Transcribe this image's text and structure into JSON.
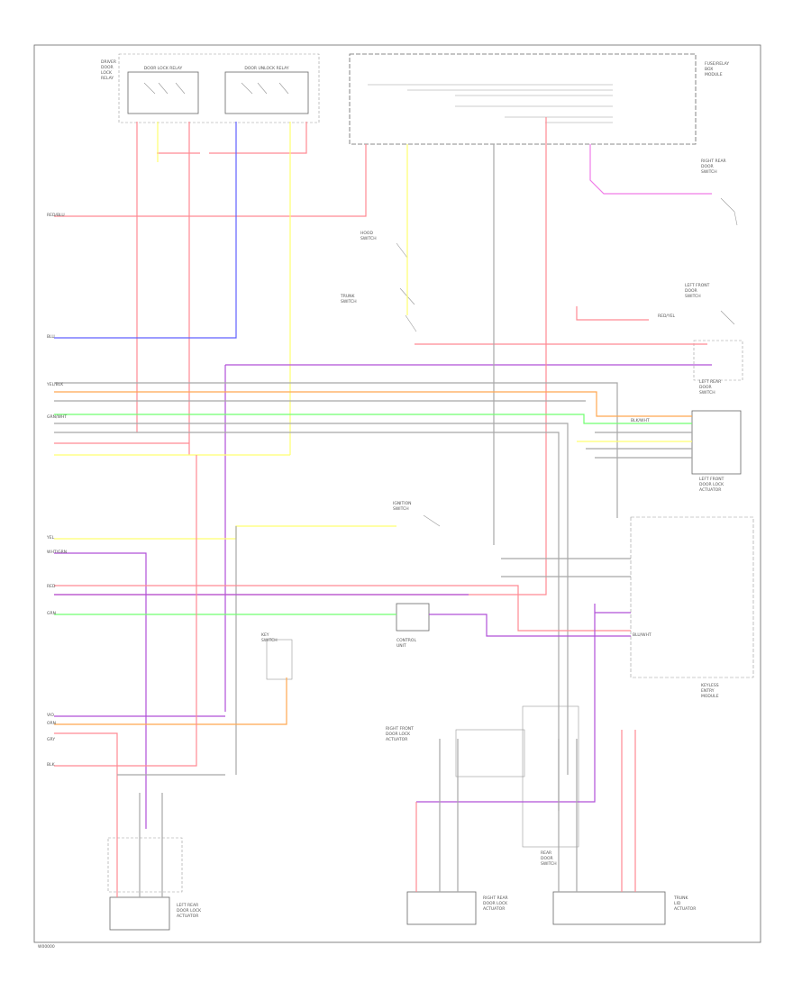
{
  "footer_id": "W00000",
  "wire_colors": {
    "red": "#ff8a93",
    "pink": "#f07ce8",
    "blue": "#6060ff",
    "yellow": "#ffff70",
    "violet": "#b050d8",
    "orange": "#ffa850",
    "green": "#70ff70",
    "gray": "#a8a8a8",
    "black": "#555555"
  },
  "components": {
    "relay_group": {
      "label_1": "DRIVER",
      "label_2": "DOOR",
      "label_3": "LOCK",
      "label_4": "RELAY"
    },
    "relay_a": {
      "label": "DOOR LOCK RELAY"
    },
    "relay_b": {
      "label": "DOOR UNLOCK RELAY"
    },
    "module": {
      "label_1": "FUSE/RELAY",
      "label_2": "BOX",
      "label_3": "MODULE"
    },
    "hood_switch": {
      "label_1": "HOOD",
      "label_2": "SWITCH"
    },
    "trunk_switch": {
      "label_1": "TRUNK",
      "label_2": "SWITCH"
    },
    "right_rear_switch": {
      "label_1": "RIGHT REAR",
      "label_2": "DOOR",
      "label_3": "SWITCH"
    },
    "left_front_switch": {
      "label_1": "LEFT FRONT",
      "label_2": "DOOR",
      "label_3": "SWITCH"
    },
    "left_rear_switch": {
      "label_1": "LEFT REAR",
      "label_2": "DOOR",
      "label_3": "SWITCH"
    },
    "left_front_motor": {
      "label_1": "LEFT FRONT",
      "label_2": "DOOR LOCK",
      "label_3": "ACTUATOR"
    },
    "key_switch": {
      "label_1": "KEY",
      "label_2": "SWITCH"
    },
    "ignition_switch": {
      "label_1": "IGNITION",
      "label_2": "SWITCH"
    },
    "right_front_motor": {
      "label_1": "RIGHT FRONT",
      "label_2": "DOOR LOCK",
      "label_3": "ACTUATOR"
    },
    "lower_left_motor": {
      "label_1": "LEFT REAR",
      "label_2": "DOOR LOCK",
      "label_3": "ACTUATOR"
    },
    "lower_mid_motor": {
      "label_1": "RIGHT REAR",
      "label_2": "DOOR LOCK",
      "label_3": "ACTUATOR"
    },
    "lower_right_motor": {
      "label_1": "TRUNK",
      "label_2": "LID",
      "label_3": "ACTUATOR"
    },
    "right_mid_module": {
      "label_1": "KEYLESS",
      "label_2": "ENTRY",
      "label_3": "MODULE"
    },
    "right_lower_box": {
      "label_1": "REAR",
      "label_2": "DOOR",
      "label_3": "SWITCH"
    },
    "center_module": {
      "label_1": "CONTROL",
      "label_2": "UNIT"
    }
  },
  "wire_labels": {
    "w1": "RED/BLU",
    "w2": "BLU",
    "w3": "YEL/BLK",
    "w4": "GRN/WHT",
    "w5": "GRN",
    "w6": "RED",
    "w7": "YEL",
    "w8": "WHT/GRN",
    "w9": "BLK",
    "w10": "VIO",
    "w11": "ORN",
    "w12": "GRY",
    "w13": "BLK/WHT",
    "w14": "RED/YEL",
    "w15": "BLU/WHT"
  }
}
